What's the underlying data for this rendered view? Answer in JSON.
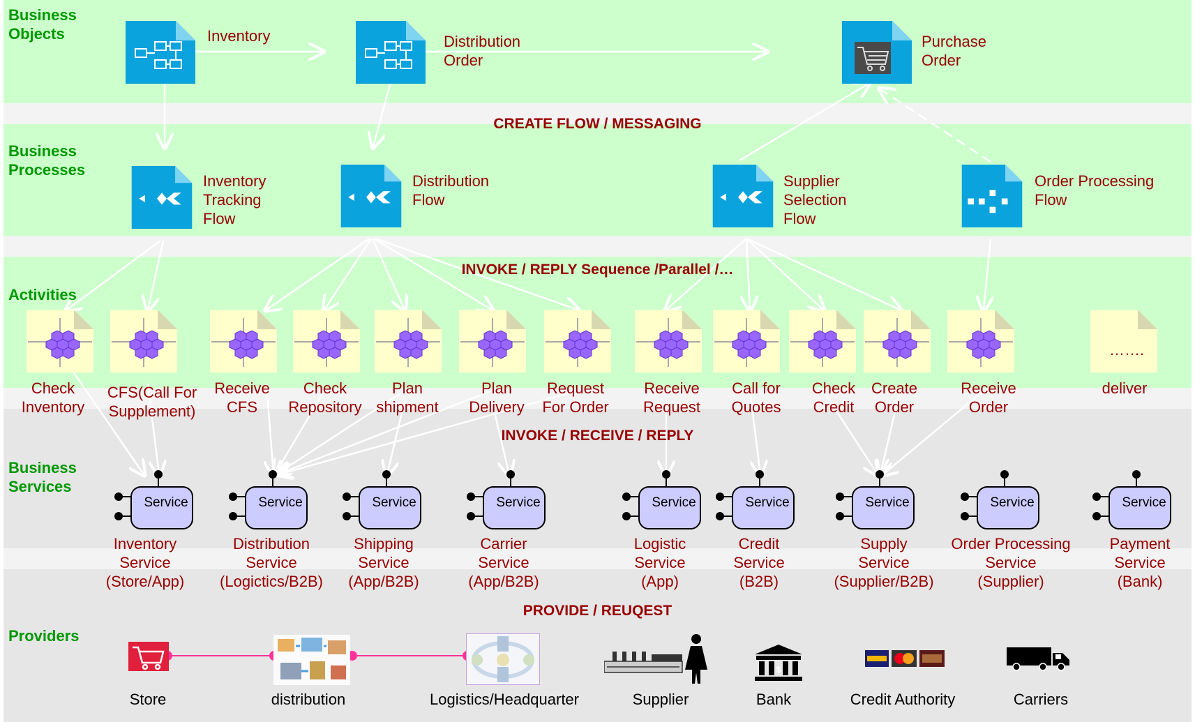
{
  "sections": {
    "business_objects": "Business\nObjects",
    "business_processes": "Business\nProcesses",
    "activities": "Activities",
    "business_services": "Business\nServices",
    "providers": "Providers"
  },
  "separators": {
    "create_flow": "CREATE FLOW / MESSAGING",
    "invoke_reply": "INVOKE / REPLY  Sequence /Parallel /…",
    "invoke_receive": "INVOKE / RECEIVE / REPLY",
    "provide_request": "PROVIDE / REUQEST"
  },
  "business_objects": [
    {
      "label": "Inventory"
    },
    {
      "label": "Distribution\nOrder"
    },
    {
      "label": "Purchase\nOrder"
    }
  ],
  "business_processes": [
    {
      "label": "Inventory\nTracking\nFlow"
    },
    {
      "label": "Distribution\nFlow"
    },
    {
      "label": "Supplier\nSelection\nFlow"
    },
    {
      "label": "Order Processing\nFlow"
    }
  ],
  "activities": [
    {
      "label": "Check\nInventory"
    },
    {
      "label": "CFS(Call For\nSupplement)"
    },
    {
      "label": "Receive\nCFS"
    },
    {
      "label": "Check\nRepository"
    },
    {
      "label": "Plan\nshipment"
    },
    {
      "label": "Plan\nDelivery"
    },
    {
      "label": "Request\nFor Order"
    },
    {
      "label": "Receive\nRequest"
    },
    {
      "label": "Call for\nQuotes"
    },
    {
      "label": "Check\nCredit"
    },
    {
      "label": "Create\nOrder"
    },
    {
      "label": "Receive\nOrder"
    },
    {
      "label": "deliver",
      "placeholder": "……."
    }
  ],
  "services": {
    "box_label": "Service",
    "items": [
      {
        "label": "Inventory\nService\n(Store/App)"
      },
      {
        "label": "Distribution\nService\n(Logictics/B2B)"
      },
      {
        "label": "Shipping\nService\n(App/B2B)"
      },
      {
        "label": "Carrier\nService\n(App/B2B)"
      },
      {
        "label": "Logistic\nService\n(App)"
      },
      {
        "label": "Credit\nService\n(B2B)"
      },
      {
        "label": "Supply\nService\n(Supplier/B2B)"
      },
      {
        "label": "Order Processing\nService\n(Supplier)"
      },
      {
        "label": "Payment\nService\n(Bank)"
      }
    ]
  },
  "providers": [
    {
      "label": "Store"
    },
    {
      "label": "distribution"
    },
    {
      "label": "Logistics/Headquarter"
    },
    {
      "label": "Supplier"
    },
    {
      "label": "Bank"
    },
    {
      "label": "Credit Authority"
    },
    {
      "label": "Carriers"
    }
  ],
  "colors": {
    "band_green": "#ccffcc",
    "band_grey": "#e6e6e6",
    "section_title": "#009900",
    "label_red": "#990000",
    "icon_blue": "#0aa3dd",
    "activity_yellow": "#ffffcc",
    "hexagon_purple": "#9966ff",
    "service_lavender": "#ccccff",
    "link_pink": "#ff3399"
  }
}
